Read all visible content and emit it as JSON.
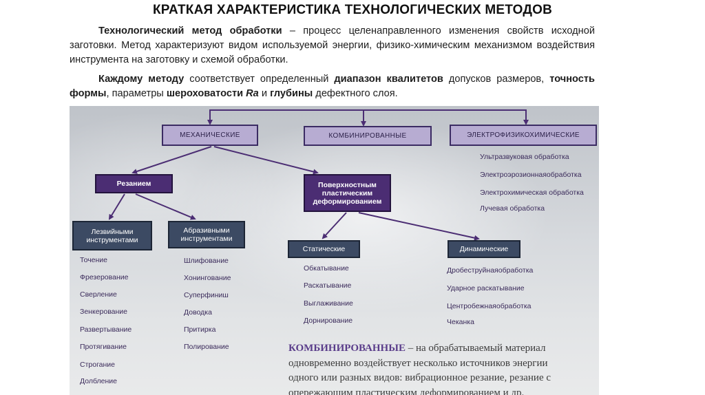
{
  "title": "КРАТКАЯ ХАРАКТЕРИСТИКА ТЕХНОЛОГИЧЕСКИХ МЕТОДОВ",
  "p1": {
    "term": "Технологический метод обработки",
    "text": " – процесс целенаправленного изменения свойств исходной заготовки. Метод характеризуют видом используемой энергии, физико-химическим механизмом воздействия инструмента на заготовку и схемой обработки."
  },
  "p2": {
    "s1": "Каждому методу",
    "s2": " соответствует определенный ",
    "s3": "диапазон квалитетов",
    "s4": " допусков размеров, ",
    "s5": "точность формы",
    "s6": ", параметры ",
    "s7": "шероховатости ",
    "s8": "Ra",
    "s9": " и ",
    "s10": "глубины",
    "s11": " дефектного слоя."
  },
  "diagram": {
    "top": [
      "МЕХАНИЧЕСКИЕ",
      "КОМБИНИРОВАННЫЕ",
      "ЭЛЕКТРОФИЗИКОХИМИЧЕСКИЕ"
    ],
    "rezaniem": "Резанием",
    "plastic": "Поверхностным пластическим деформированием",
    "lezv": "Лезвийными инструментами",
    "abraz": "Абразивными инструментами",
    "static": "Статические",
    "dynamic": "Динамические",
    "electro_items": [
      "Ультразвуковая обработка",
      "Электроэрозионнаяобработка",
      "Электрохимическая обработка",
      "Лучевая обработка"
    ],
    "lezv_items": [
      "Точение",
      "Фрезерование",
      "Сверление",
      "Зенкерование",
      "Развертывание",
      "Протягивание",
      "Строгание",
      "Долбление"
    ],
    "abraz_items": [
      "Шлифование",
      "Хонингование",
      "Суперфиниш",
      "Доводка",
      "Притирка",
      "Полирование"
    ],
    "static_items": [
      "Обкатывание",
      "Раскатывание",
      "Выглаживание",
      "Дорнирование"
    ],
    "dynamic_items": [
      "Дробеструйнаяобработка",
      "Ударное раскатывание",
      "Центробежнаяобработка",
      "Чеканка"
    ]
  },
  "combo": {
    "kw": "КОМБИНИРОВАННЫЕ",
    "l1": " – на обрабатываемый материал",
    "l2": "одновременно воздействует несколько источников энергии",
    "l3": "одного или разных видов: вибрационное резание, резание с",
    "l4": "опережающим пластическим деформированием и др."
  }
}
